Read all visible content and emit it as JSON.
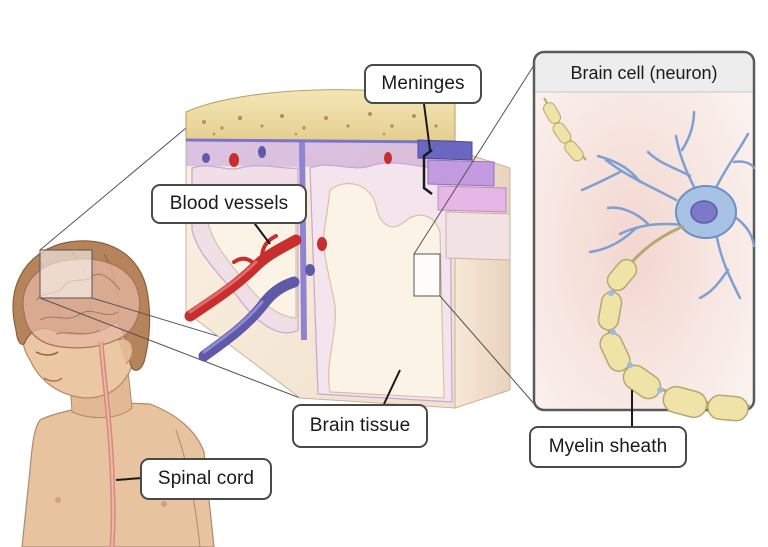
{
  "figure": {
    "labels": {
      "meninges": "Meninges",
      "brain_cell": "Brain cell (neuron)",
      "blood_vessels": "Blood vessels",
      "brain_tissue": "Brain tissue",
      "myelin_sheath": "Myelin sheath",
      "spinal_cord": "Spinal cord"
    },
    "colors": {
      "skin": "#e8c3a0",
      "hair": "#b5845a",
      "skull_bone": "#ecd9a3",
      "dura": "#7b76c9",
      "arachnoid": "#c39be0",
      "pia": "#e5b6e6",
      "gray_matter": "#f2e6d8",
      "white_matter": "#faf4e8",
      "artery": "#c72f2f",
      "vein": "#5f5aa8",
      "neuron": "#8fb0dc",
      "myelin": "#efe3a8",
      "panel_bg": "#f6ebe7",
      "outline": "#4a4a4a"
    }
  }
}
